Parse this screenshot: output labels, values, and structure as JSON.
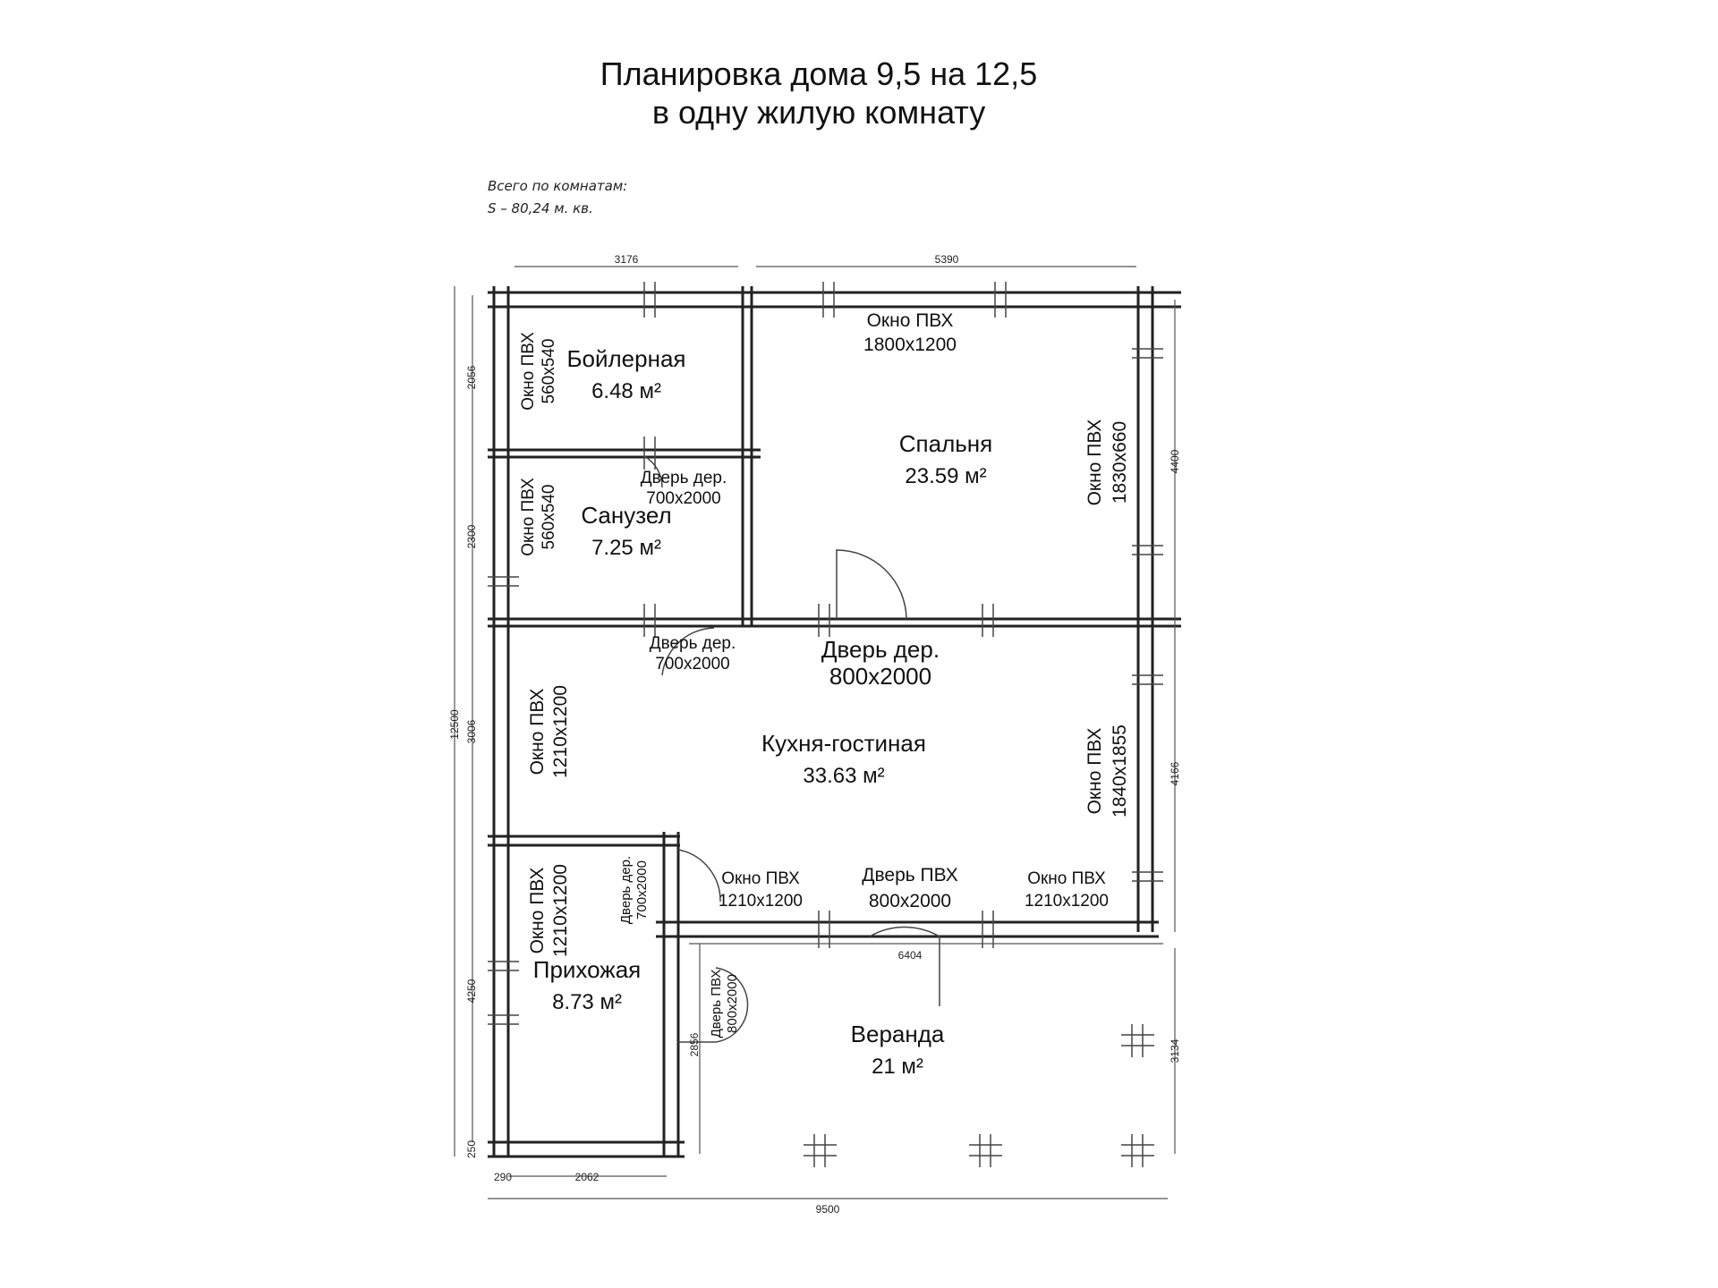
{
  "title": {
    "line1": "Планировка дома 9,5 на 12,5",
    "line2": "в одну жилую комнату"
  },
  "note": {
    "line1": "Всего по комнатам:",
    "line2": "S  –  80,24 м. кв."
  },
  "rooms": {
    "boiler": {
      "name": "Бойлерная",
      "area": "6.48 м²"
    },
    "bathroom": {
      "name": "Санузел",
      "area": "7.25 м²"
    },
    "bedroom": {
      "name": "Спальня",
      "area": "23.59 м²"
    },
    "kitchen": {
      "name": "Кухня-гостиная",
      "area": "33.63 м²"
    },
    "hall": {
      "name": "Прихожая",
      "area": "8.73 м²"
    },
    "veranda": {
      "name": "Веранда",
      "area": "21 м²"
    }
  },
  "elements": {
    "win_bedroom_top": {
      "l1": "Окно ПВХ",
      "l2": "1800x1200"
    },
    "win_boiler": {
      "l1": "Окно ПВХ",
      "l2": "560x540"
    },
    "win_bath": {
      "l1": "Окно ПВХ",
      "l2": "560x540"
    },
    "win_bedroom_right": {
      "l1": "Окно ПВХ",
      "l2": "1830x660"
    },
    "door_bath": {
      "l1": "Дверь дер.",
      "l2": "700x2000"
    },
    "door_boiler": {
      "l1": "Дверь дер.",
      "l2": "700x2000"
    },
    "door_bedroom": {
      "l1": "Дверь дер.",
      "l2": "800x2000"
    },
    "win_kitchen_left": {
      "l1": "Окно ПВХ",
      "l2": "1210x1200"
    },
    "win_kitchen_right": {
      "l1": "Окно ПВХ",
      "l2": "1840x1855"
    },
    "win_kitchen_b1": {
      "l1": "Окно ПВХ",
      "l2": "1210x1200"
    },
    "door_kitchen_pvh": {
      "l1": "Дверь ПВХ",
      "l2": "800x2000"
    },
    "win_kitchen_b2": {
      "l1": "Окно ПВХ",
      "l2": "1210x1200"
    },
    "door_hall": {
      "l1": "Дверь дер.",
      "l2": "700x2000"
    },
    "win_hall": {
      "l1": "Окно ПВХ",
      "l2": "1210x1200"
    },
    "door_veranda": {
      "l1": "Дверь ПВХ",
      "l2": "800x2000"
    }
  },
  "dimensions": {
    "top_left": "3176",
    "top_right": "5390",
    "left_total": "12500",
    "left_1": "2056",
    "left_2": "2300",
    "left_3": "3006",
    "left_4": "4250",
    "left_5": "250",
    "right_1": "4400",
    "right_2": "4166",
    "right_3": "3134",
    "bottom_total": "9500",
    "bottom_1": "290",
    "bottom_2": "2062",
    "inner_6404": "6404",
    "inner_2856": "2856"
  }
}
